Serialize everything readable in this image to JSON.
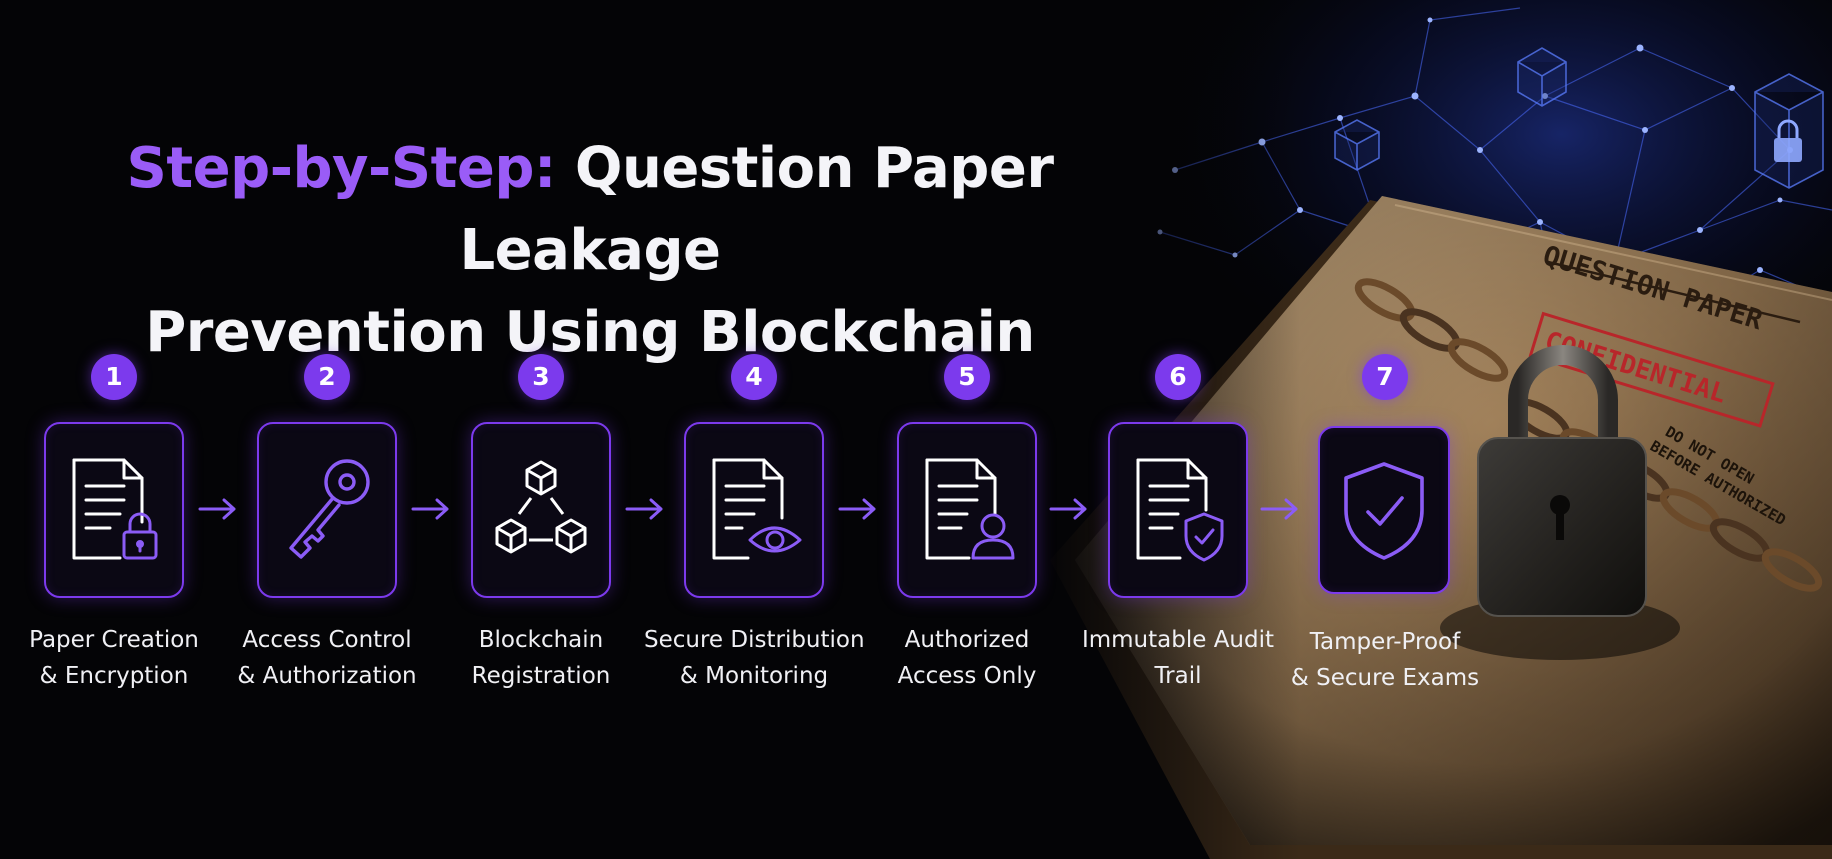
{
  "title": {
    "accent": "Step-by-Step:",
    "line1_rest": " Question Paper Leakage",
    "line2": "Prevention Using Blockchain"
  },
  "steps": [
    {
      "number": "1",
      "label_line1": "Paper Creation",
      "label_line2": "& Encryption",
      "icon": "document-lock-icon"
    },
    {
      "number": "2",
      "label_line1": "Access Control",
      "label_line2": "& Authorization",
      "icon": "key-icon"
    },
    {
      "number": "3",
      "label_line1": "Blockchain",
      "label_line2": "Registration",
      "icon": "blockchain-cubes-icon"
    },
    {
      "number": "4",
      "label_line1": "Secure Distribution",
      "label_line2": "& Monitoring",
      "icon": "document-eye-icon"
    },
    {
      "number": "5",
      "label_line1": "Authorized",
      "label_line2": "Access Only",
      "icon": "document-user-icon"
    },
    {
      "number": "6",
      "label_line1": "Immutable Audit",
      "label_line2": "Trail",
      "icon": "document-shield-icon"
    },
    {
      "number": "7",
      "label_line1": "Tamper-Proof",
      "label_line2": "& Secure Exams",
      "icon": "shield-check-icon"
    }
  ],
  "illustration": {
    "envelope_title": "QUESTION PAPER",
    "stamp": "CONFIDENTIAL",
    "warning_line1": "DO NOT OPEN",
    "warning_line2": "BEFORE AUTHORIZED"
  },
  "colors": {
    "background": "#040406",
    "accent": "#7c3aed",
    "accent_text": "#9a5cf7",
    "text": "#f4f4f8",
    "stamp": "#b8262a"
  }
}
